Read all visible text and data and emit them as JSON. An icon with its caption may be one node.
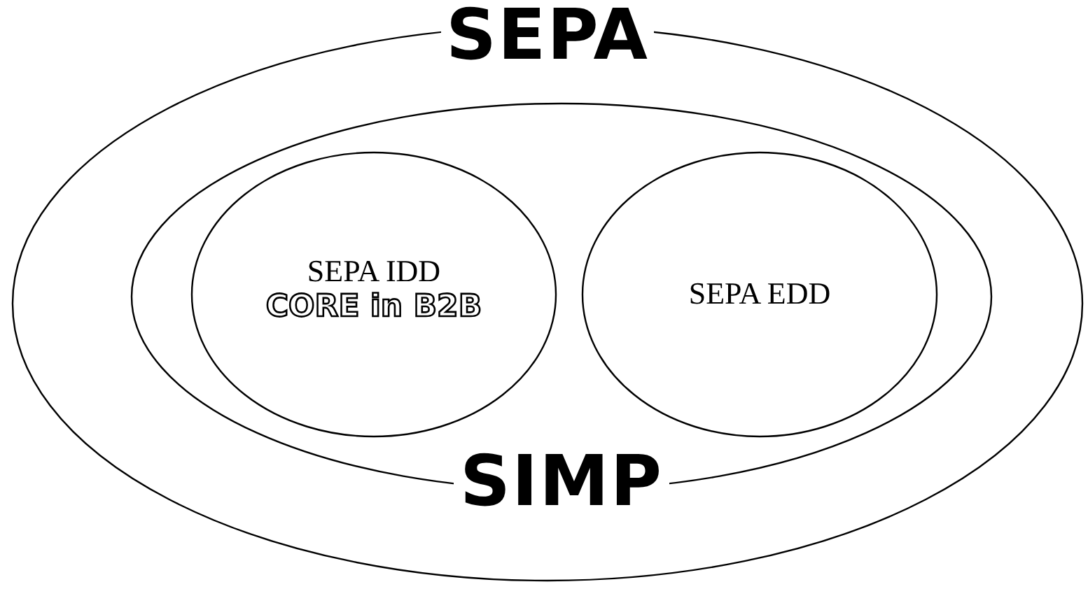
{
  "diagram": {
    "nodes": [
      {
        "text": [
          "SEPA"
        ]
      },
      {
        "text": [
          "SIMP"
        ],
        "in": 0
      },
      {
        "text": [
          "SEPA IDD",
          "CORE in B2B"
        ],
        "in": 1
      },
      {
        "text": [
          "SEPA EDD"
        ],
        "in": 1
      }
    ]
  }
}
